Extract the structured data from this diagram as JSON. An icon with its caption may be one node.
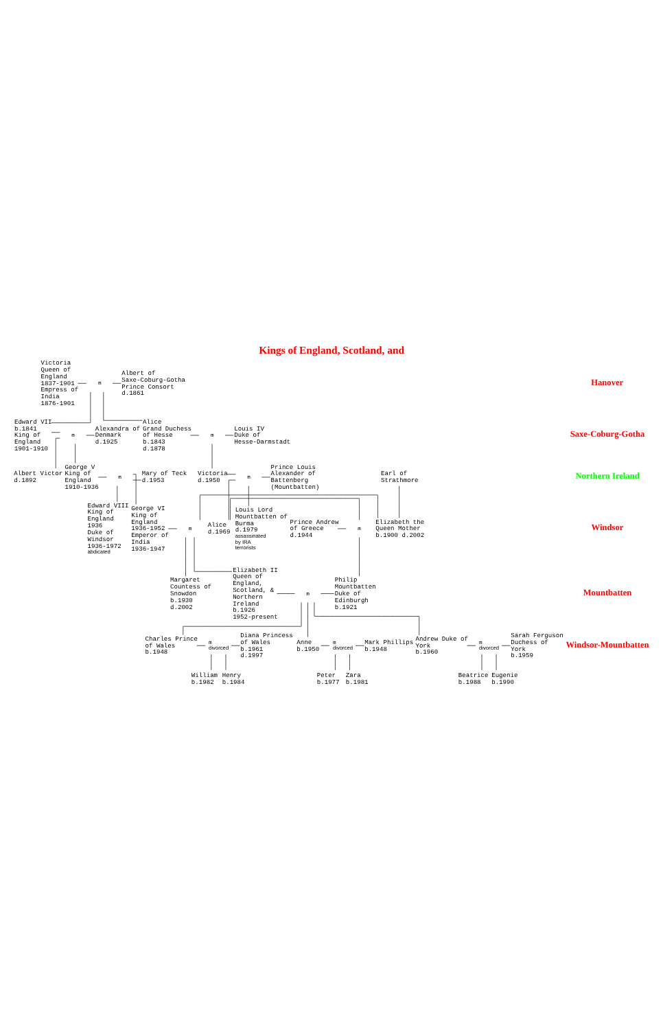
{
  "diagram": {
    "title": "Kings of England, Scotland, and",
    "nodes": [
      {
        "text": [
          "Victoria",
          "Queen of England",
          "1837-1901",
          "Empress of India",
          "1876-1901"
        ]
      },
      {
        "text": [
          "m"
        ]
      },
      {
        "text": [
          "Albert of Saxe-Coburg-Gotha",
          "Prince Consort",
          "d.1861"
        ]
      },
      {
        "text": [
          "Edward VII",
          "b.1841",
          "King of England",
          "1901-1910"
        ]
      },
      {
        "text": [
          "m"
        ]
      },
      {
        "text": [
          "Alexandra of Denmark",
          "d.1925"
        ]
      },
      {
        "text": [
          "Alice",
          "Grand Duchess of Hesse",
          "b.1843",
          "d.1878"
        ]
      },
      {
        "text": [
          "m"
        ]
      },
      {
        "text": [
          "Louis IV",
          "Duke of Hesse-Darmstadt"
        ]
      },
      {
        "text": [
          "Albert Victor",
          "d.1892"
        ]
      },
      {
        "text": [
          "George V",
          "King of England",
          "1910-1936"
        ]
      },
      {
        "text": [
          "m"
        ]
      },
      {
        "text": [
          "Mary of Teck",
          "d.1953"
        ]
      },
      {
        "text": [
          "Victoria",
          "d.1950"
        ]
      },
      {
        "text": [
          "m"
        ]
      },
      {
        "text": [
          "Prince Louis Alexander of Battenberg (Mountbatten)"
        ]
      },
      {
        "text": [
          "Earl of Strathmore"
        ]
      },
      {
        "text": [
          "Edward VIII",
          "King of England",
          "1936",
          "Duke of Windsor",
          "1936-1972"
        ],
        "beside": [
          "abdicated"
        ]
      },
      {
        "text": [
          "George VI",
          "King of England",
          "1936-1952",
          "Emperor of India",
          "1936-1947"
        ]
      },
      {
        "text": [
          "m"
        ]
      },
      {
        "text": [
          "Elizabeth the Queen Mother",
          "b.1900 d.2002"
        ]
      },
      {
        "text": [
          "Prince Andrew of Greece",
          "d.1944"
        ]
      },
      {
        "text": [
          "m"
        ]
      },
      {
        "text": [
          "Alice",
          "d.1969"
        ]
      },
      {
        "text": [
          "Louis Lord Mountbatten of Burma",
          "d.1979"
        ],
        "beside": [
          "assassinated by IRA terrorists"
        ]
      },
      {
        "text": [
          "Margaret Countess of Snowdon",
          "b.1930",
          "d.2002"
        ]
      },
      {
        "text": [
          "Elizabeth II",
          "Queen of England, Scotland, & Northern Ireland",
          "b.1926",
          "1952-present"
        ]
      },
      {
        "text": [
          "m"
        ]
      },
      {
        "text": [
          "Philip Mountbatten",
          "Duke of Edinburgh",
          "b.1921"
        ]
      },
      {
        "text": [
          "Charles Prince of Wales",
          "b.1948"
        ]
      },
      {
        "text": [
          "m"
        ],
        "beside": [
          "divorced"
        ]
      },
      {
        "text": [
          "Diana Princess of Wales",
          "b.1961",
          "d.1997"
        ]
      },
      {
        "text": [
          "Anne",
          "b.1950"
        ]
      },
      {
        "text": [
          "m"
        ],
        "beside": [
          "divorced"
        ]
      },
      {
        "text": [
          "Mark Phillips",
          "b.1948"
        ]
      },
      {
        "text": [
          "Andrew Duke of York",
          "b.1960"
        ]
      },
      {
        "text": [
          "m"
        ],
        "beside": [
          "divorced"
        ]
      },
      {
        "text": [
          "Sarah Ferguson Duchess of York",
          "b.1959"
        ]
      },
      {
        "text": [
          "William",
          "b.1982"
        ]
      },
      {
        "text": [
          "Henry",
          "b.1984"
        ]
      },
      {
        "text": [
          "Peter",
          "b.1977"
        ]
      },
      {
        "text": [
          "Zara",
          "b.1981"
        ]
      },
      {
        "text": [
          "Beatrice",
          "b.1988"
        ]
      },
      {
        "text": [
          "Eugenie",
          "b.1990"
        ]
      }
    ],
    "edges": [
      {
        "from": 0,
        "to": 1,
        "arrow": "none"
      },
      {
        "from": 1,
        "to": 2,
        "arrow": "none"
      },
      {
        "from": 1,
        "to": 3,
        "arrow": "none"
      },
      {
        "from": 1,
        "to": 6,
        "arrow": "none"
      },
      {
        "from": 3,
        "to": 4,
        "arrow": "none"
      },
      {
        "from": 4,
        "to": 5,
        "arrow": "none"
      },
      {
        "from": 6,
        "to": 7,
        "arrow": "none"
      },
      {
        "from": 7,
        "to": 8,
        "arrow": "none"
      },
      {
        "from": 4,
        "to": 9,
        "arrow": "none"
      },
      {
        "from": 4,
        "to": 10,
        "arrow": "none"
      },
      {
        "from": 10,
        "to": 11,
        "arrow": "none"
      },
      {
        "from": 11,
        "to": 12,
        "arrow": "none"
      },
      {
        "from": 7,
        "to": 13,
        "arrow": "none"
      },
      {
        "from": 13,
        "to": 14,
        "arrow": "none"
      },
      {
        "from": 14,
        "to": 15,
        "arrow": "none"
      },
      {
        "from": 11,
        "to": 17,
        "arrow": "none"
      },
      {
        "from": 11,
        "to": 18,
        "arrow": "none"
      },
      {
        "from": 16,
        "to": 20,
        "arrow": "none"
      },
      {
        "from": 18,
        "to": 19,
        "arrow": "none"
      },
      {
        "from": 19,
        "to": 20,
        "arrow": "none"
      },
      {
        "from": 14,
        "to": 23,
        "arrow": "none"
      },
      {
        "from": 14,
        "to": 24,
        "arrow": "none"
      },
      {
        "from": 21,
        "to": 22,
        "arrow": "none"
      },
      {
        "from": 22,
        "to": 23,
        "arrow": "none"
      },
      {
        "from": 19,
        "to": 25,
        "arrow": "none"
      },
      {
        "from": 19,
        "to": 26,
        "arrow": "none"
      },
      {
        "from": 26,
        "to": 27,
        "arrow": "none"
      },
      {
        "from": 27,
        "to": 28,
        "arrow": "none"
      },
      {
        "from": 22,
        "to": 28,
        "arrow": "none"
      },
      {
        "from": 27,
        "to": 29,
        "arrow": "none"
      },
      {
        "from": 27,
        "to": 32,
        "arrow": "none"
      },
      {
        "from": 27,
        "to": 35,
        "arrow": "none"
      },
      {
        "from": 29,
        "to": 30,
        "arrow": "none"
      },
      {
        "from": 30,
        "to": 31,
        "arrow": "none"
      },
      {
        "from": 32,
        "to": 33,
        "arrow": "none"
      },
      {
        "from": 33,
        "to": 34,
        "arrow": "none"
      },
      {
        "from": 35,
        "to": 36,
        "arrow": "none"
      },
      {
        "from": 36,
        "to": 37,
        "arrow": "none"
      },
      {
        "from": 30,
        "to": 38,
        "arrow": "none"
      },
      {
        "from": 30,
        "to": 39,
        "arrow": "none"
      },
      {
        "from": 33,
        "to": 40,
        "arrow": "none"
      },
      {
        "from": 33,
        "to": 41,
        "arrow": "none"
      },
      {
        "from": 36,
        "to": 42,
        "arrow": "none"
      },
      {
        "from": 36,
        "to": 43,
        "arrow": "none"
      }
    ],
    "labels": [
      "Hanover",
      "Saxe-Coburg-Gotha",
      "Northern Ireland",
      "Windsor",
      "Mountbatten",
      "Windsor-Mountbatten"
    ]
  }
}
